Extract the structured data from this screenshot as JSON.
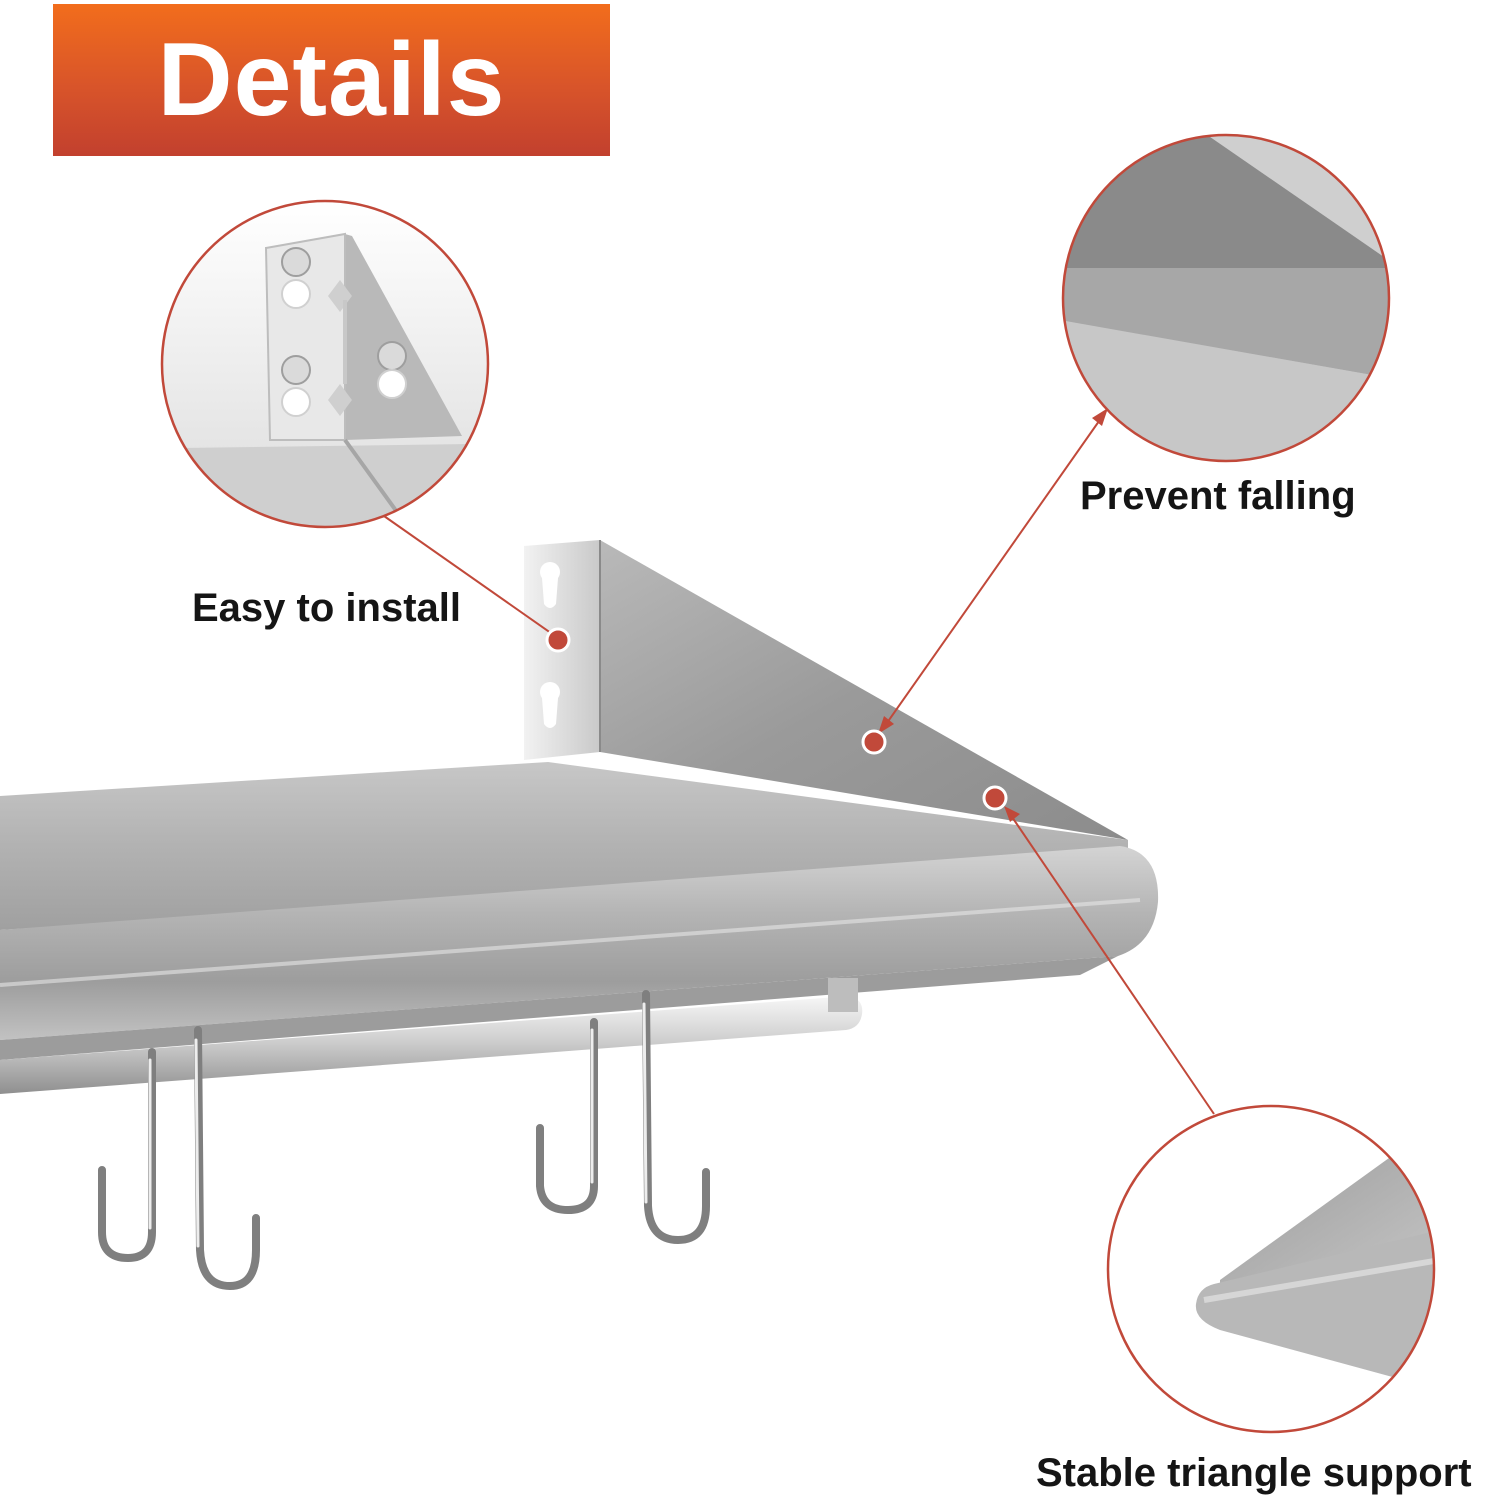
{
  "banner": {
    "title": "Details",
    "color_top": "#f26d1c",
    "color_bottom": "#c2402e"
  },
  "callouts": [
    {
      "id": "easy-install",
      "label": "Easy to install"
    },
    {
      "id": "prevent-falling",
      "label": "Prevent falling"
    },
    {
      "id": "stable-support",
      "label": "Stable triangle support"
    }
  ],
  "colors": {
    "accent": "#c1493a",
    "steel_light": "#e9e9e9",
    "steel_mid": "#a9a9a9",
    "steel_dark": "#7d7d7d"
  },
  "icons": [
    "bracket-closeup-icon",
    "shelf-edge-closeup-icon",
    "rolled-edge-closeup-icon",
    "keyhole-slot-icon",
    "s-hook-icon"
  ]
}
